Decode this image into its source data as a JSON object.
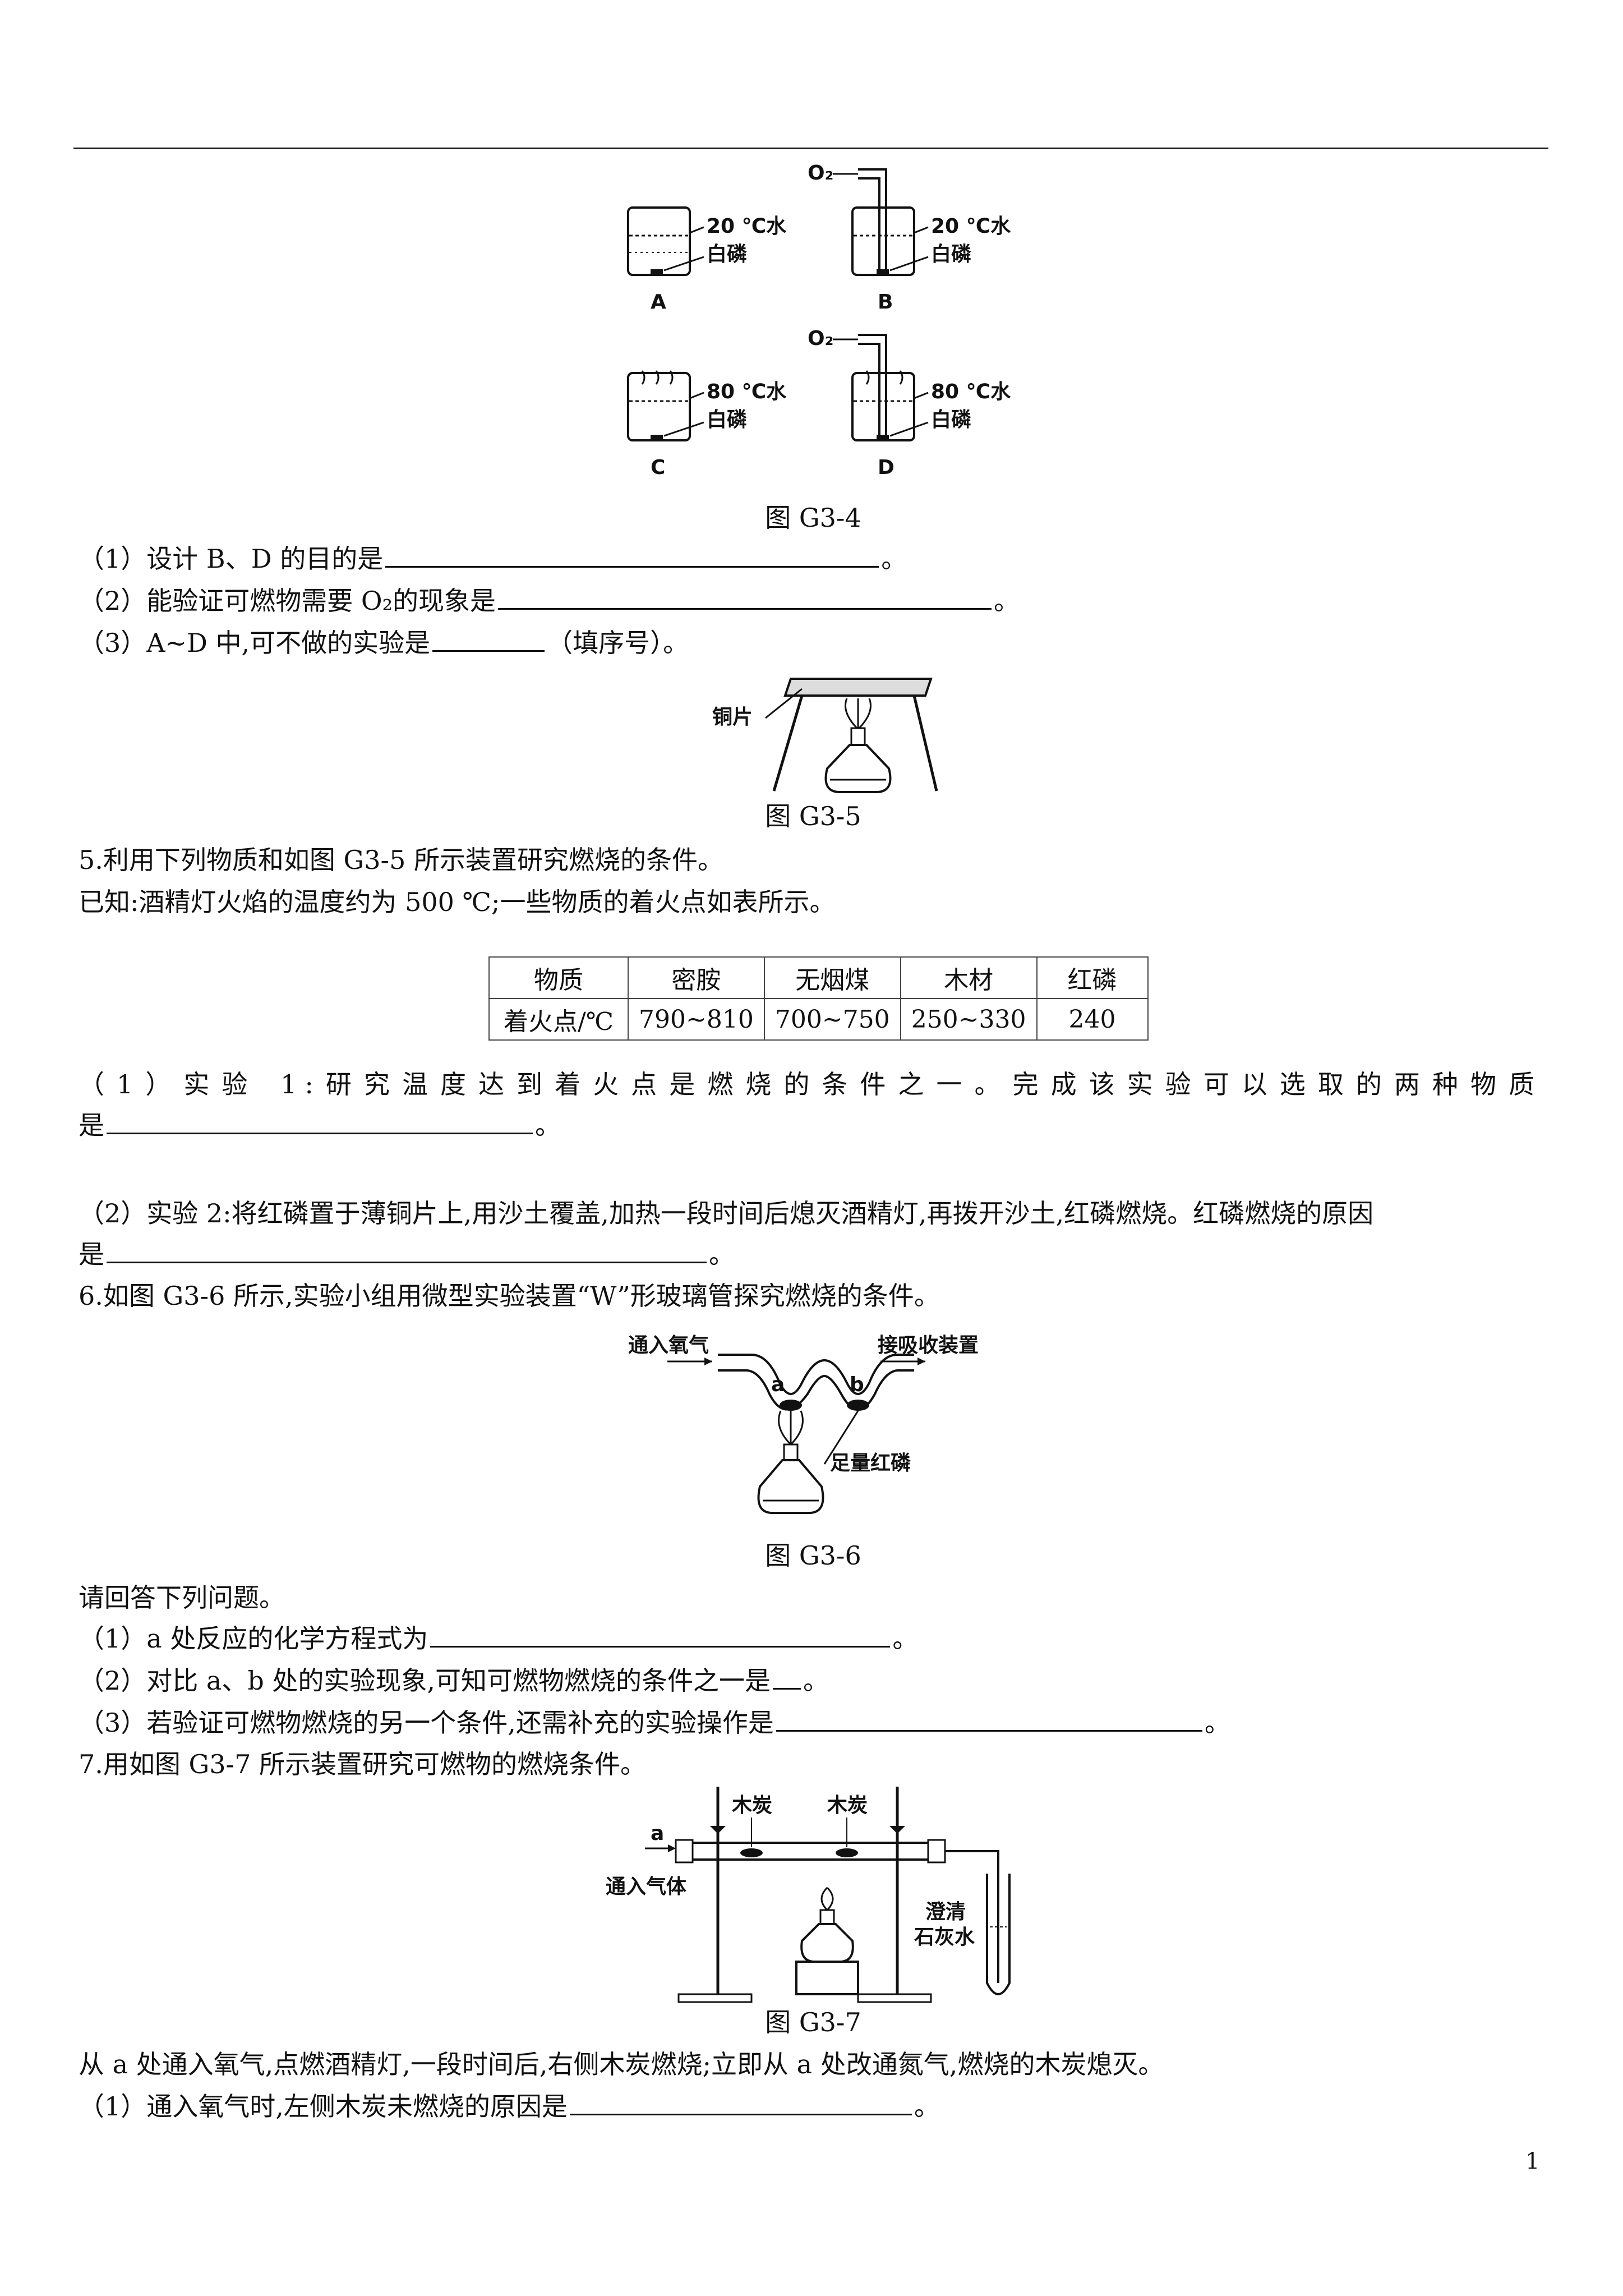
{
  "figures": {
    "g34": {
      "caption": "图 G3-4",
      "o2_label": "O₂",
      "beakers": [
        {
          "letter": "A",
          "water": "20 ℃水",
          "phos": "白磷"
        },
        {
          "letter": "B",
          "water": "20 ℃水",
          "phos": "白磷"
        },
        {
          "letter": "C",
          "water": "80 ℃水",
          "phos": "白磷"
        },
        {
          "letter": "D",
          "water": "80 ℃水",
          "phos": "白磷"
        }
      ]
    },
    "g35": {
      "caption": "图 G3-5",
      "label": "铜片"
    },
    "g36": {
      "caption": "图 G3-6",
      "inlet": "通入氧气",
      "outlet": "接吸收装置",
      "a": "a",
      "b": "b",
      "phos": "足量红磷"
    },
    "g37": {
      "caption": "图 G3-7",
      "a": "a",
      "gas": "通入气体",
      "charcoal1": "木炭",
      "charcoal2": "木炭",
      "lime1": "澄清",
      "lime2": "石灰水"
    }
  },
  "q4": {
    "s1": "（1）设计 B、D 的目的是",
    "s2": "（2）能验证可燃物需要 O₂的现象是",
    "s3a": "（3）A~D 中,可不做的实验是",
    "s3b": "（填序号）。",
    "end": "。"
  },
  "q5": {
    "intro": "5.利用下列物质和如图 G3-5 所示装置研究燃烧的条件。",
    "known": "已知:酒精灯火焰的温度约为 500 ℃;一些物质的着火点如表所示。",
    "table": {
      "headers": [
        "物质",
        "密胺",
        "无烟煤",
        "木材",
        "红磷"
      ],
      "row": [
        "着火点/℃",
        "790~810",
        "700~750",
        "250~330",
        "240"
      ]
    },
    "p1_line1": "（1）实验 1:研究温度达到着火点是燃烧的条件之一。完成该实验可以选取的两种物质",
    "p1_line2": "是",
    "p2_line1": "（2）实验 2:将红磷置于薄铜片上,用沙土覆盖,加热一段时间后熄灭酒精灯,再拨开沙土,红磷燃烧。红磷燃烧的原因",
    "p2_line2": "是",
    "end": "。"
  },
  "q6": {
    "intro": "6.如图 G3-6 所示,实验小组用微型实验装置“W”形玻璃管探究燃烧的条件。",
    "ask": "请回答下列问题。",
    "s1": "（1）a 处反应的化学方程式为",
    "s2": "（2）对比 a、b 处的实验现象,可知可燃物燃烧的条件之一是",
    "s3": "（3）若验证可燃物燃烧的另一个条件,还需补充的实验操作是",
    "end": "。"
  },
  "q7": {
    "intro": "7.用如图 G3-7 所示装置研究可燃物的燃烧条件。",
    "desc": "从 a 处通入氧气,点燃酒精灯,一段时间后,右侧木炭燃烧;立即从 a 处改通氮气,燃烧的木炭熄灭。",
    "s1": "（1）通入氧气时,左侧木炭未燃烧的原因是",
    "end": "。"
  },
  "page_number": "1"
}
